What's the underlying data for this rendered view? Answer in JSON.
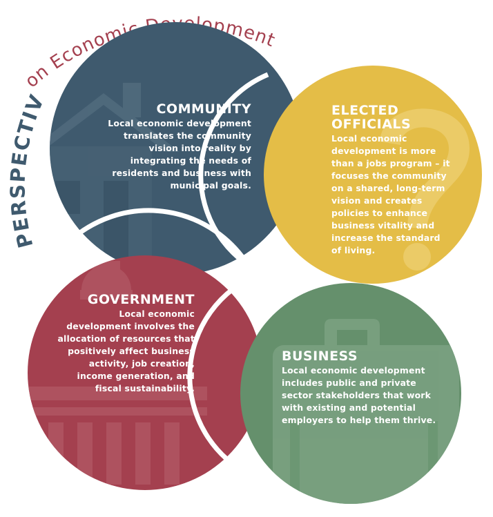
{
  "header": {
    "title_word": "PERSPECTIVES",
    "subtitle": "on Economic Development"
  },
  "colors": {
    "community": "#3f5a6e",
    "elected_officials": "#e4bd47",
    "government": "#a4404f",
    "business": "#65906c",
    "title": "#3f5a6e",
    "subtitle": "#a4404f"
  },
  "icons": {
    "community": "house-icon",
    "elected_officials": "question-mark-icon",
    "government": "capitol-building-icon",
    "business": "briefcase-icon"
  },
  "sections": {
    "community": {
      "heading": "COMMUNITY",
      "lines": [
        "Local economic development",
        "translates the community",
        "vision into reality by",
        "integrating the needs of",
        "residents and business with",
        "municipal goals."
      ]
    },
    "elected_officials": {
      "heading_lines": [
        "ELECTED",
        "OFFICIALS"
      ],
      "lines": [
        "Local economic",
        "development is more",
        "than a jobs program – it",
        "focuses the community",
        "on a shared, long-term",
        "vision and creates",
        "policies to enhance",
        "business vitality and",
        "increase the standard",
        "of living."
      ]
    },
    "government": {
      "heading": "GOVERNMENT",
      "lines": [
        "Local economic",
        "development involves the",
        "allocation of resources that",
        "positively affect business",
        "activity, job creation,",
        "income generation, and",
        "fiscal sustainability."
      ]
    },
    "business": {
      "heading": "BUSINESS",
      "lines": [
        "Local economic development",
        "includes public and private",
        "sector stakeholders that work",
        "with existing and potential",
        "employers to help them thrive."
      ]
    }
  }
}
